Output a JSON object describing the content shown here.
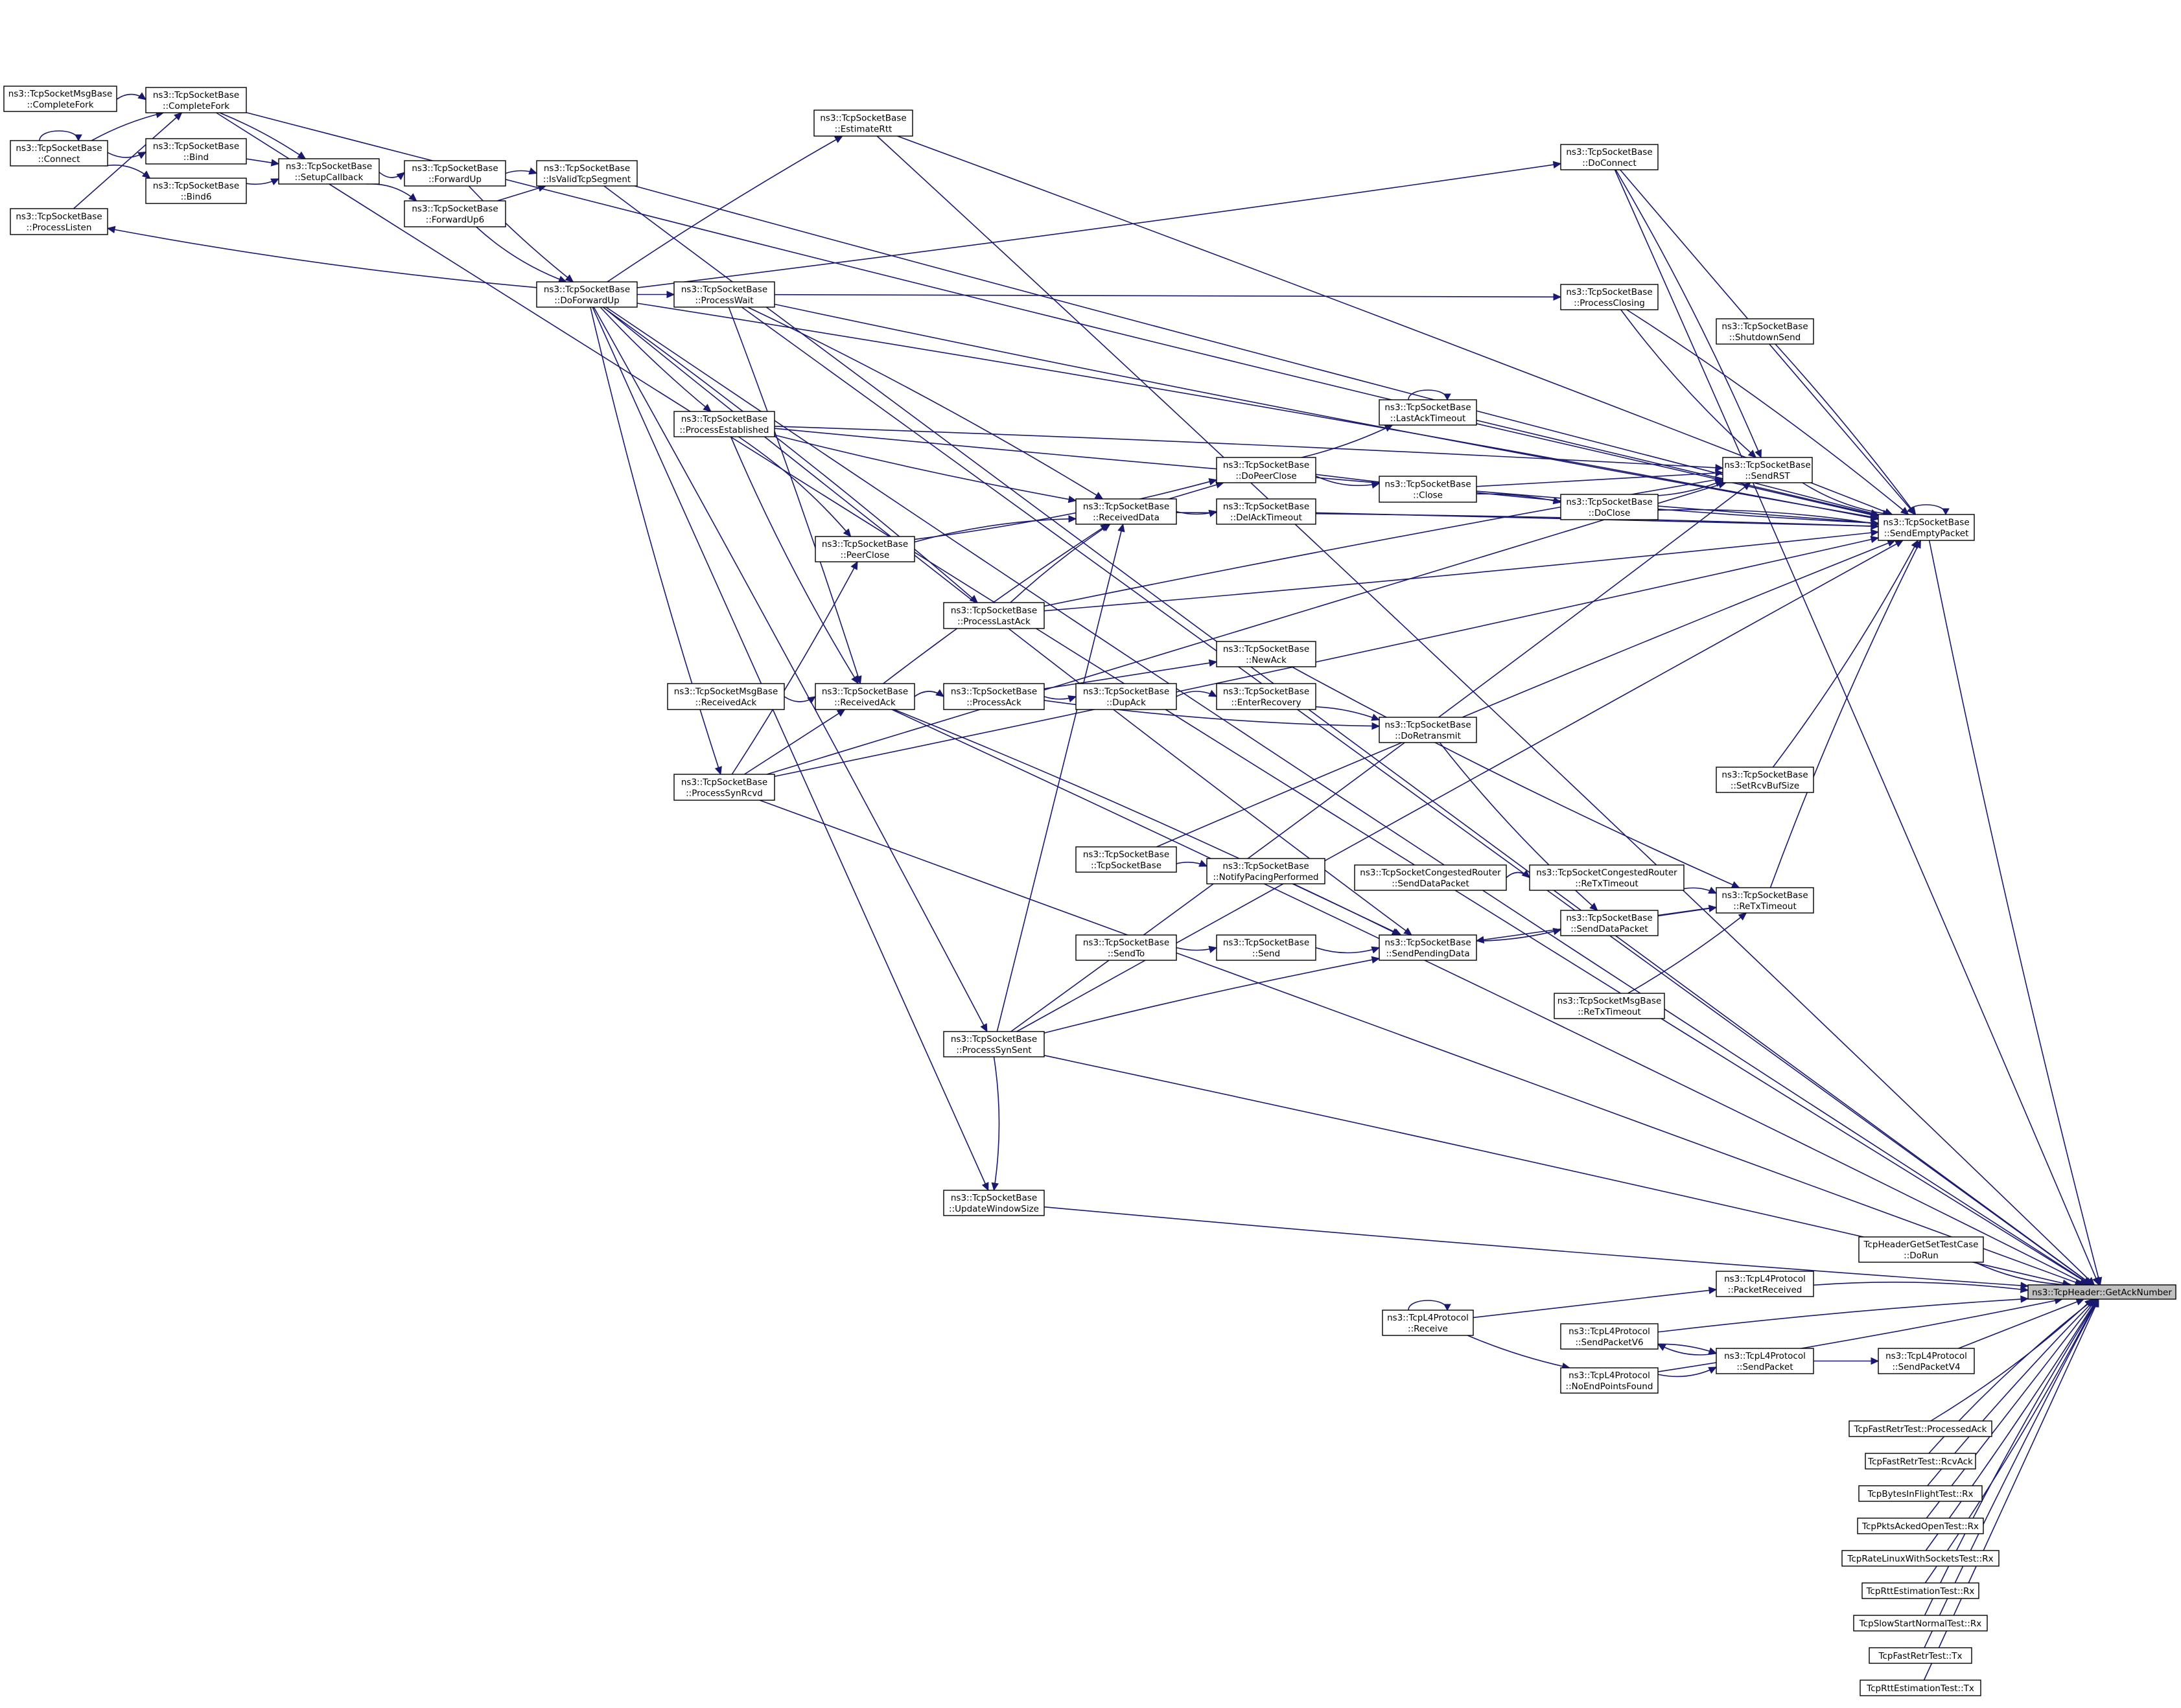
{
  "nodes": {
    "root": {
      "lines": [
        "ns3::TcpHeader::GetAckNumber"
      ]
    },
    "msgCF": {
      "lines": [
        "ns3::TcpSocketMsgBase",
        "::CompleteFork"
      ]
    },
    "completeFork": {
      "lines": [
        "ns3::TcpSocketBase",
        "::CompleteFork"
      ]
    },
    "connect": {
      "lines": [
        "ns3::TcpSocketBase",
        "::Connect"
      ]
    },
    "bind": {
      "lines": [
        "ns3::TcpSocketBase",
        "::Bind"
      ]
    },
    "bind6": {
      "lines": [
        "ns3::TcpSocketBase",
        "::Bind6"
      ]
    },
    "setupCb": {
      "lines": [
        "ns3::TcpSocketBase",
        "::SetupCallback"
      ]
    },
    "processListen": {
      "lines": [
        "ns3::TcpSocketBase",
        "::ProcessListen"
      ]
    },
    "forwardUp": {
      "lines": [
        "ns3::TcpSocketBase",
        "::ForwardUp"
      ]
    },
    "forwardUp6": {
      "lines": [
        "ns3::TcpSocketBase",
        "::ForwardUp6"
      ]
    },
    "isValid": {
      "lines": [
        "ns3::TcpSocketBase",
        "::IsValidTcpSegment"
      ]
    },
    "estimateRtt": {
      "lines": [
        "ns3::TcpSocketBase",
        "::EstimateRtt"
      ]
    },
    "doForwardUp": {
      "lines": [
        "ns3::TcpSocketBase",
        "::DoForwardUp"
      ]
    },
    "processWait": {
      "lines": [
        "ns3::TcpSocketBase",
        "::ProcessWait"
      ]
    },
    "processEst": {
      "lines": [
        "ns3::TcpSocketBase",
        "::ProcessEstablished"
      ]
    },
    "doConnect": {
      "lines": [
        "ns3::TcpSocketBase",
        "::DoConnect"
      ]
    },
    "processClosing": {
      "lines": [
        "ns3::TcpSocketBase",
        "::ProcessClosing"
      ]
    },
    "shutdownSend": {
      "lines": [
        "ns3::TcpSocketBase",
        "::ShutdownSend"
      ]
    },
    "lastAckTimeout": {
      "lines": [
        "ns3::TcpSocketBase",
        "::LastAckTimeout"
      ]
    },
    "doPeerClose": {
      "lines": [
        "ns3::TcpSocketBase",
        "::DoPeerClose"
      ]
    },
    "close": {
      "lines": [
        "ns3::TcpSocketBase",
        "::Close"
      ]
    },
    "sendRST": {
      "lines": [
        "ns3::TcpSocketBase",
        "::SendRST"
      ]
    },
    "doClose": {
      "lines": [
        "ns3::TcpSocketBase",
        "::DoClose"
      ]
    },
    "sendEmpty": {
      "lines": [
        "ns3::TcpSocketBase",
        "::SendEmptyPacket"
      ]
    },
    "receivedData": {
      "lines": [
        "ns3::TcpSocketBase",
        "::ReceivedData"
      ]
    },
    "delAckTimeout": {
      "lines": [
        "ns3::TcpSocketBase",
        "::DelAckTimeout"
      ]
    },
    "peerClose": {
      "lines": [
        "ns3::TcpSocketBase",
        "::PeerClose"
      ]
    },
    "processLastAck": {
      "lines": [
        "ns3::TcpSocketBase",
        "::ProcessLastAck"
      ]
    },
    "newAck": {
      "lines": [
        "ns3::TcpSocketBase",
        "::NewAck"
      ]
    },
    "msgReceivedAck": {
      "lines": [
        "ns3::TcpSocketMsgBase",
        "::ReceivedAck"
      ]
    },
    "receivedAck": {
      "lines": [
        "ns3::TcpSocketBase",
        "::ReceivedAck"
      ]
    },
    "processAck": {
      "lines": [
        "ns3::TcpSocketBase",
        "::ProcessAck"
      ]
    },
    "dupAck": {
      "lines": [
        "ns3::TcpSocketBase",
        "::DupAck"
      ]
    },
    "enterRecovery": {
      "lines": [
        "ns3::TcpSocketBase",
        "::EnterRecovery"
      ]
    },
    "doRetransmit": {
      "lines": [
        "ns3::TcpSocketBase",
        "::DoRetransmit"
      ]
    },
    "processSynRcvd": {
      "lines": [
        "ns3::TcpSocketBase",
        "::ProcessSynRcvd"
      ]
    },
    "setRcvBufSize": {
      "lines": [
        "ns3::TcpSocketBase",
        "::SetRcvBufSize"
      ]
    },
    "tcpSocketBase": {
      "lines": [
        "ns3::TcpSocketBase",
        "::TcpSocketBase"
      ]
    },
    "notifyPacing": {
      "lines": [
        "ns3::TcpSocketBase",
        "::NotifyPacingPerformed"
      ]
    },
    "congSendData": {
      "lines": [
        "ns3::TcpSocketCongestedRouter",
        "::SendDataPacket"
      ]
    },
    "congReTx": {
      "lines": [
        "ns3::TcpSocketCongestedRouter",
        "::ReTxTimeout"
      ]
    },
    "reTxTimeout": {
      "lines": [
        "ns3::TcpSocketBase",
        "::ReTxTimeout"
      ]
    },
    "sendDataPacket": {
      "lines": [
        "ns3::TcpSocketBase",
        "::SendDataPacket"
      ]
    },
    "sendTo": {
      "lines": [
        "ns3::TcpSocketBase",
        "::SendTo"
      ]
    },
    "send": {
      "lines": [
        "ns3::TcpSocketBase",
        "::Send"
      ]
    },
    "sendPending": {
      "lines": [
        "ns3::TcpSocketBase",
        "::SendPendingData"
      ]
    },
    "msgReTx": {
      "lines": [
        "ns3::TcpSocketMsgBase",
        "::ReTxTimeout"
      ]
    },
    "processSynSent": {
      "lines": [
        "ns3::TcpSocketBase",
        "::ProcessSynSent"
      ]
    },
    "updateWin": {
      "lines": [
        "ns3::TcpSocketBase",
        "::UpdateWindowSize"
      ]
    },
    "hdrTest": {
      "lines": [
        "TcpHeaderGetSetTestCase",
        "::DoRun"
      ]
    },
    "packetRecv": {
      "lines": [
        "ns3::TcpL4Protocol",
        "::PacketReceived"
      ]
    },
    "receive": {
      "lines": [
        "ns3::TcpL4Protocol",
        "::Receive"
      ]
    },
    "sendV6": {
      "lines": [
        "ns3::TcpL4Protocol",
        "::SendPacketV6"
      ]
    },
    "sendPacket": {
      "lines": [
        "ns3::TcpL4Protocol",
        "::SendPacket"
      ]
    },
    "sendV4": {
      "lines": [
        "ns3::TcpL4Protocol",
        "::SendPacketV4"
      ]
    },
    "noEndPoints": {
      "lines": [
        "ns3::TcpL4Protocol",
        "::NoEndPointsFound"
      ]
    },
    "t1": {
      "lines": [
        "TcpFastRetrTest::ProcessedAck"
      ]
    },
    "t2": {
      "lines": [
        "TcpFastRetrTest::RcvAck"
      ]
    },
    "t3": {
      "lines": [
        "TcpBytesInFlightTest::Rx"
      ]
    },
    "t4": {
      "lines": [
        "TcpPktsAckedOpenTest::Rx"
      ]
    },
    "t5": {
      "lines": [
        "TcpRateLinuxWithSocketsTest::Rx"
      ]
    },
    "t6": {
      "lines": [
        "TcpRttEstimationTest::Rx"
      ]
    },
    "t7": {
      "lines": [
        "TcpSlowStartNormalTest::Rx"
      ]
    },
    "t8": {
      "lines": [
        "TcpFastRetrTest::Tx"
      ]
    },
    "t9": {
      "lines": [
        "TcpRttEstimationTest::Tx"
      ]
    }
  },
  "edges": [
    [
      "msgCF",
      "completeFork"
    ],
    [
      "connect",
      "completeFork"
    ],
    [
      "processListen",
      "completeFork"
    ],
    [
      "connect",
      "connect"
    ],
    [
      "connect",
      "bind"
    ],
    [
      "connect",
      "bind6"
    ],
    [
      "completeFork",
      "setupCb"
    ],
    [
      "bind",
      "setupCb"
    ],
    [
      "bind6",
      "setupCb"
    ],
    [
      "setupCb",
      "forwardUp"
    ],
    [
      "setupCb",
      "forwardUp6"
    ],
    [
      "forwardUp",
      "isValid"
    ],
    [
      "forwardUp6",
      "isValid"
    ],
    [
      "forwardUp",
      "doForwardUp"
    ],
    [
      "forwardUp6",
      "doForwardUp"
    ],
    [
      "doForwardUp",
      "processListen"
    ],
    [
      "doForwardUp",
      "estimateRtt"
    ],
    [
      "doForwardUp",
      "processWait"
    ],
    [
      "doForwardUp",
      "processEst"
    ],
    [
      "doForwardUp",
      "processSynRcvd"
    ],
    [
      "doForwardUp",
      "processLastAck"
    ],
    [
      "doForwardUp",
      "processSynSent"
    ],
    [
      "doForwardUp",
      "updateWin"
    ],
    [
      "doForwardUp",
      "doConnect"
    ],
    [
      "doForwardUp",
      "sendPending"
    ],
    [
      "processWait",
      "receivedData"
    ],
    [
      "processWait",
      "receivedAck"
    ],
    [
      "processWait",
      "processClosing"
    ],
    [
      "processEst",
      "receivedData"
    ],
    [
      "processEst",
      "receivedAck"
    ],
    [
      "processEst",
      "peerClose"
    ],
    [
      "processEst",
      "sendRST"
    ],
    [
      "processSynRcvd",
      "receivedAck"
    ],
    [
      "processSynRcvd",
      "peerClose"
    ],
    [
      "msgReceivedAck",
      "receivedAck"
    ],
    [
      "receivedAck",
      "processAck"
    ],
    [
      "receivedAck",
      "receivedData"
    ],
    [
      "processAck",
      "newAck"
    ],
    [
      "processAck",
      "dupAck"
    ],
    [
      "processAck",
      "doRetransmit"
    ],
    [
      "dupAck",
      "enterRecovery"
    ],
    [
      "enterRecovery",
      "doRetransmit"
    ],
    [
      "receivedData",
      "doPeerClose"
    ],
    [
      "receivedData",
      "delAckTimeout"
    ],
    [
      "peerClose",
      "doPeerClose"
    ],
    [
      "peerClose",
      "receivedData"
    ],
    [
      "processLastAck",
      "receivedData"
    ],
    [
      "processSynSent",
      "receivedData"
    ],
    [
      "doPeerClose",
      "lastAckTimeout"
    ],
    [
      "doPeerClose",
      "close"
    ],
    [
      "lastAckTimeout",
      "lastAckTimeout"
    ],
    [
      "close",
      "doClose"
    ],
    [
      "close",
      "sendRST"
    ],
    [
      "doClose",
      "sendRST"
    ],
    [
      "processClosing",
      "sendRST"
    ],
    [
      "doConnect",
      "sendRST"
    ],
    [
      "processLastAck",
      "sendRST"
    ],
    [
      "processSynRcvd",
      "sendRST"
    ],
    [
      "processSynSent",
      "sendRST"
    ],
    [
      "sendRST",
      "sendEmpty"
    ],
    [
      "sendEmpty",
      "sendEmpty"
    ],
    [
      "estimateRtt",
      "sendEmpty"
    ],
    [
      "doConnect",
      "sendEmpty"
    ],
    [
      "isValid",
      "sendEmpty"
    ],
    [
      "processWait",
      "sendEmpty"
    ],
    [
      "processClosing",
      "sendEmpty"
    ],
    [
      "shutdownSend",
      "sendEmpty"
    ],
    [
      "lastAckTimeout",
      "sendEmpty"
    ],
    [
      "processEst",
      "sendEmpty"
    ],
    [
      "doPeerClose",
      "sendEmpty"
    ],
    [
      "doClose",
      "sendEmpty"
    ],
    [
      "receivedData",
      "sendEmpty"
    ],
    [
      "delAckTimeout",
      "sendEmpty"
    ],
    [
      "processLastAck",
      "sendEmpty"
    ],
    [
      "setRcvBufSize",
      "sendEmpty"
    ],
    [
      "reTxTimeout",
      "sendEmpty"
    ],
    [
      "tcpSocketBase",
      "sendEmpty"
    ],
    [
      "processSynSent",
      "sendEmpty"
    ],
    [
      "processSynRcvd",
      "sendEmpty"
    ],
    [
      "completeFork",
      "sendEmpty"
    ],
    [
      "doForwardUp",
      "sendEmpty"
    ],
    [
      "tcpSocketBase",
      "notifyPacing"
    ],
    [
      "notifyPacing",
      "sendPending"
    ],
    [
      "sendTo",
      "send"
    ],
    [
      "send",
      "sendPending"
    ],
    [
      "receivedAck",
      "sendPending"
    ],
    [
      "processSynSent",
      "sendPending"
    ],
    [
      "reTxTimeout",
      "sendPending"
    ],
    [
      "sendPending",
      "sendDataPacket"
    ],
    [
      "doRetransmit",
      "sendDataPacket"
    ],
    [
      "congSendData",
      "congReTx"
    ],
    [
      "congReTx",
      "reTxTimeout"
    ],
    [
      "sendDataPacket",
      "reTxTimeout"
    ],
    [
      "msgReTx",
      "reTxTimeout"
    ],
    [
      "newAck",
      "reTxTimeout"
    ],
    [
      "processSynSent",
      "updateWin"
    ],
    [
      "receive",
      "receive"
    ],
    [
      "receive",
      "packetRecv"
    ],
    [
      "receive",
      "noEndPoints"
    ],
    [
      "noEndPoints",
      "sendPacket"
    ],
    [
      "sendPacket",
      "sendV6"
    ],
    [
      "sendV6",
      "sendPacket"
    ],
    [
      "sendPacket",
      "sendV4"
    ],
    [
      "completeFork",
      "root"
    ],
    [
      "doForwardUp",
      "root"
    ],
    [
      "estimateRtt",
      "root"
    ],
    [
      "doConnect",
      "root"
    ],
    [
      "processWait",
      "root"
    ],
    [
      "isValid",
      "root"
    ],
    [
      "sendEmpty",
      "root"
    ],
    [
      "receivedAck",
      "root"
    ],
    [
      "processSynSent",
      "root"
    ],
    [
      "processSynRcvd",
      "root"
    ],
    [
      "updateWin",
      "root"
    ],
    [
      "hdrTest",
      "root"
    ],
    [
      "packetRecv",
      "root"
    ],
    [
      "sendV6",
      "root"
    ],
    [
      "sendV4",
      "root"
    ],
    [
      "noEndPoints",
      "root"
    ],
    [
      "t1",
      "root"
    ],
    [
      "t2",
      "root"
    ],
    [
      "t3",
      "root"
    ],
    [
      "t4",
      "root"
    ],
    [
      "t5",
      "root"
    ],
    [
      "t6",
      "root"
    ],
    [
      "t7",
      "root"
    ],
    [
      "t8",
      "root"
    ],
    [
      "t9",
      "root"
    ]
  ]
}
